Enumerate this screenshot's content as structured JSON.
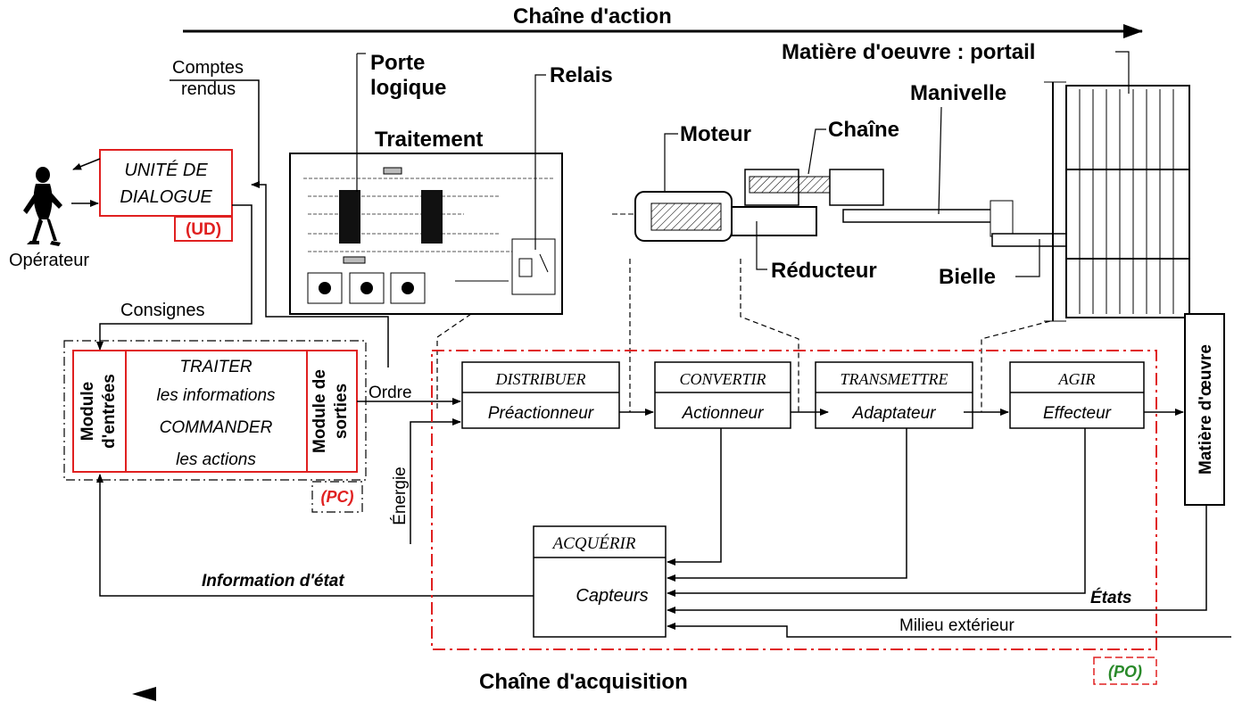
{
  "titles": {
    "action_chain": "Chaîne d'action",
    "acquisition_chain": "Chaîne d'acquisition"
  },
  "operator": {
    "label": "Opérateur",
    "reports_line1": "Comptes",
    "reports_line2": "rendus"
  },
  "ud": {
    "line1": "UNITÉ DE",
    "line2": "DIALOGUE",
    "tag": "(UD)"
  },
  "pc": {
    "consignes": "Consignes",
    "input_module_line1": "Module",
    "input_module_line2": "d'entrées",
    "process_line1": "TRAITER",
    "process_line2": "les informations",
    "process_line3": "COMMANDER",
    "process_line4": "les actions",
    "output_module_line1": "Module de",
    "output_module_line2": "sorties",
    "tag": "(PC)",
    "ordre": "Ordre",
    "energie": "Énergie",
    "information_etat": "Information d'état"
  },
  "physical": {
    "porte_logique_line1": "Porte",
    "porte_logique_line2": "logique",
    "relais": "Relais",
    "traitement": "Traitement",
    "matiere_portail": "Matière d'oeuvre : portail",
    "manivelle": "Manivelle",
    "moteur": "Moteur",
    "chaine": "Chaîne",
    "reducteur": "Réducteur",
    "bielle": "Bielle"
  },
  "po": {
    "blocks": [
      {
        "function": "DISTRIBUER",
        "component": "Préactionneur"
      },
      {
        "function": "CONVERTIR",
        "component": "Actionneur"
      },
      {
        "function": "TRANSMETTRE",
        "component": "Adaptateur"
      },
      {
        "function": "AGIR",
        "component": "Effecteur"
      }
    ],
    "acquerir": "ACQUÉRIR",
    "capteurs": "Capteurs",
    "matiere_oeuvre": "Matière d'œuvre",
    "etats": "États",
    "milieu_exterieur": "Milieu extérieur",
    "tag": "(PO)"
  }
}
